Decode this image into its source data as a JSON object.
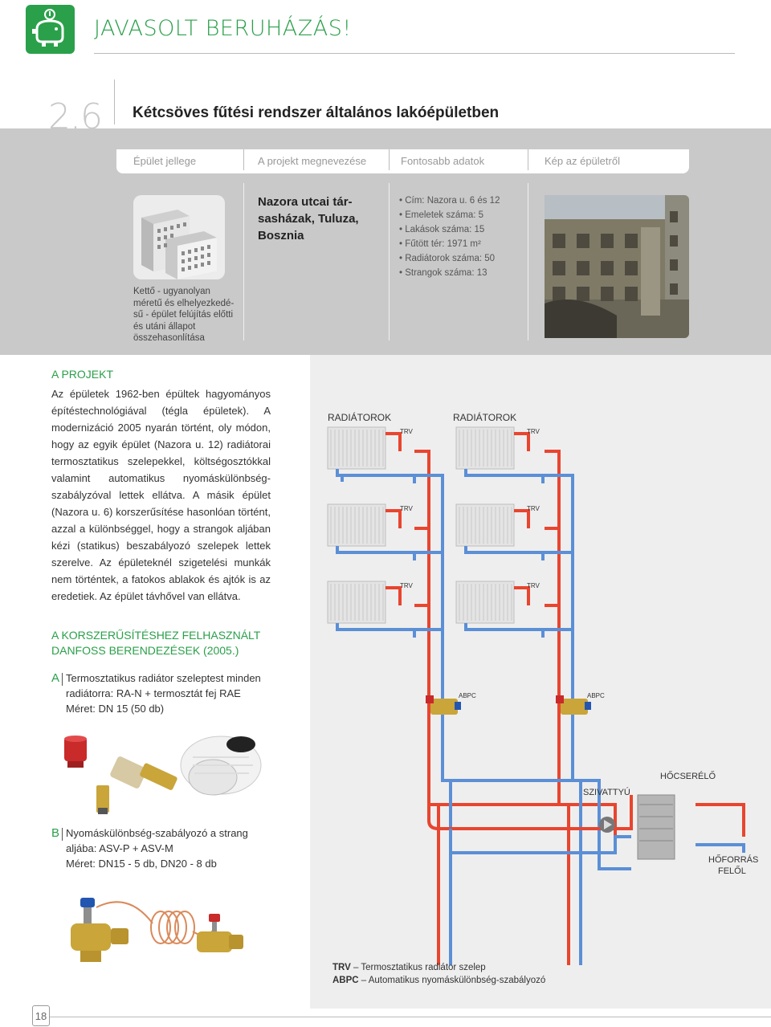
{
  "header": {
    "title": "JAVASOLT BERUHÁZÁS!",
    "logo": "piggy-bank-icon"
  },
  "section": {
    "number": "2.6",
    "title": "Kétcsöves fűtési rendszer általános lakóépületben"
  },
  "info_tabs": [
    "Épület jellege",
    "A projekt megnevezése",
    "Fontosabb adatok",
    "Kép az épületről"
  ],
  "building_type": {
    "icon": "buildings-icon",
    "caption": "Kettő - ugyanolyan méretű és elhelyezkedé-sű - épület felújítás előtti és utáni állapot összehasonlítása"
  },
  "project_name": "Nazora utcai tár-sasházak, Tuluza, Bosznia",
  "facts": [
    "• Cím: Nazora u. 6 és 12",
    "• Emeletek száma: 5",
    "• Lakások száma: 15",
    "• Fűtött tér: 1971 m²",
    "• Radiátorok száma: 50",
    "• Strangok száma: 13"
  ],
  "project": {
    "heading": "A PROJEKT",
    "body": "Az épületek 1962-ben épültek hagyományos építéstechnológiával (tégla épületek). A modernizáció 2005 nyarán történt, oly módon, hogy az egyik épület (Nazora u. 12) radiátorai termosztatikus szelepekkel, költségosztókkal valamint automatikus nyomáskülönbség-szabályzóval lettek ellátva. A másik épület (Nazora u. 6) korszerűsítése hasonlóan történt, azzal a különbséggel, hogy a strangok aljában kézi (statikus) beszabályozó szelepek lettek szerelve. Az épületeknél szigetelési munkák nem történtek, a fatokos ablakok és ajtók is az eredetiek. Az épület távhővel van ellátva."
  },
  "devices": {
    "heading_1": "A KORSZERŰSÍTÉSHEZ FELHASZNÁLT",
    "heading_2": "DANFOSS BERENDEZÉSEK (2005.)",
    "items": [
      {
        "letter": "A",
        "line1": "Termosztatikus radiátor szeleptest minden",
        "line2": "radiátorra: RA-N + termosztát fej RAE",
        "line3": "Méret: DN 15 (50 db)"
      },
      {
        "letter": "B",
        "line1": "Nyomáskülönbség-szabályozó a strang",
        "line2": "aljába: ASV-P + ASV-M",
        "line3": "Méret: DN15 - 5 db, DN20 - 8 db"
      }
    ]
  },
  "diagram": {
    "radiators_label": "RADIÁTOROK",
    "trv": "TRV",
    "abpc": "ABPC",
    "pump": "SZIVATTYÚ",
    "exchanger": "HŐCSERÉLŐ",
    "source_1": "HŐFORRÁS",
    "source_2": "FELŐL",
    "colors": {
      "supply": "#e8452f",
      "return": "#5b8fd6"
    }
  },
  "legend": [
    {
      "abbr": "TRV",
      "text": " – Termosztatikus radiátor szelep"
    },
    {
      "abbr": "ABPC",
      "text": " – Automatikus nyomáskülönbség-szabályozó"
    }
  ],
  "page_number": "18"
}
